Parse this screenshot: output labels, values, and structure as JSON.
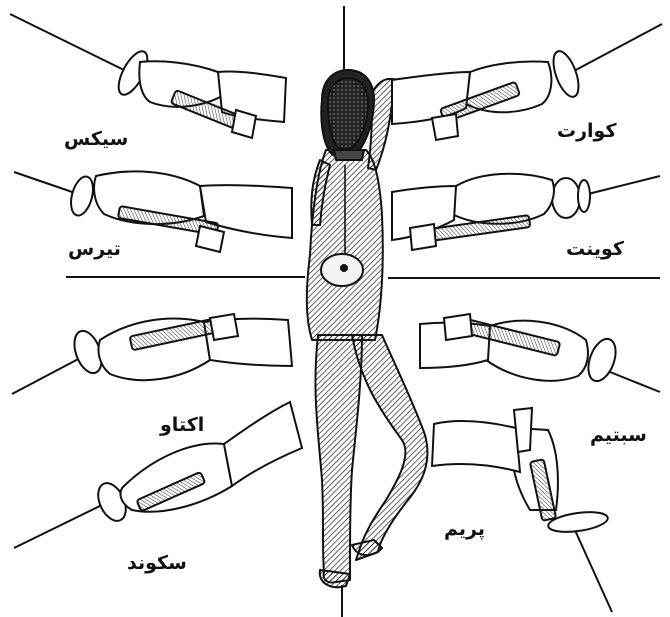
{
  "diagram": {
    "labels": {
      "sixte": "سیکس",
      "quarte": "کوارت",
      "tierce": "تیرس",
      "quinte": "کوینت",
      "octave": "اکتاو",
      "septime": "سبتیم",
      "prime": "پریم",
      "seconde": "سکوند"
    }
  },
  "colors": {
    "ink": "#111111",
    "background": "#ffffff"
  }
}
